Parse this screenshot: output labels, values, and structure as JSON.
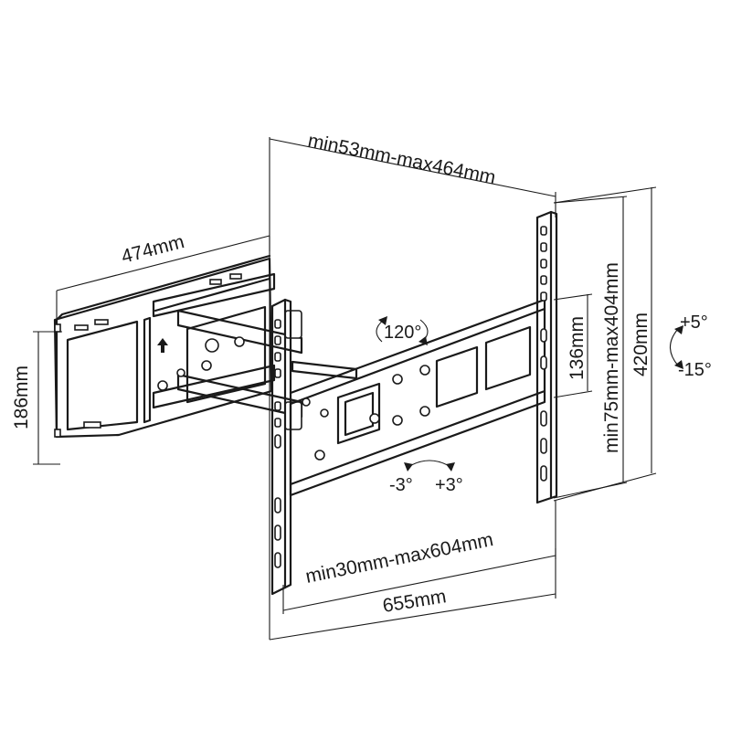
{
  "diagram": {
    "dimensions": {
      "top_extension": "min53mm-max464mm",
      "wall_plate_width": "474mm",
      "wall_plate_height": "186mm",
      "bottom_spacing": "min30mm-max604mm",
      "overall_width": "655mm",
      "inner_height": "136mm",
      "vertical_spacing": "min75mm-max404mm",
      "overall_height": "420mm"
    },
    "angles": {
      "swivel": "120°",
      "tilt_up": "+5°",
      "tilt_down": "-15°",
      "rotate_left": "-3°",
      "rotate_right": "+3°"
    },
    "colors": {
      "line": "#1a1a1a",
      "background": "#ffffff"
    }
  }
}
